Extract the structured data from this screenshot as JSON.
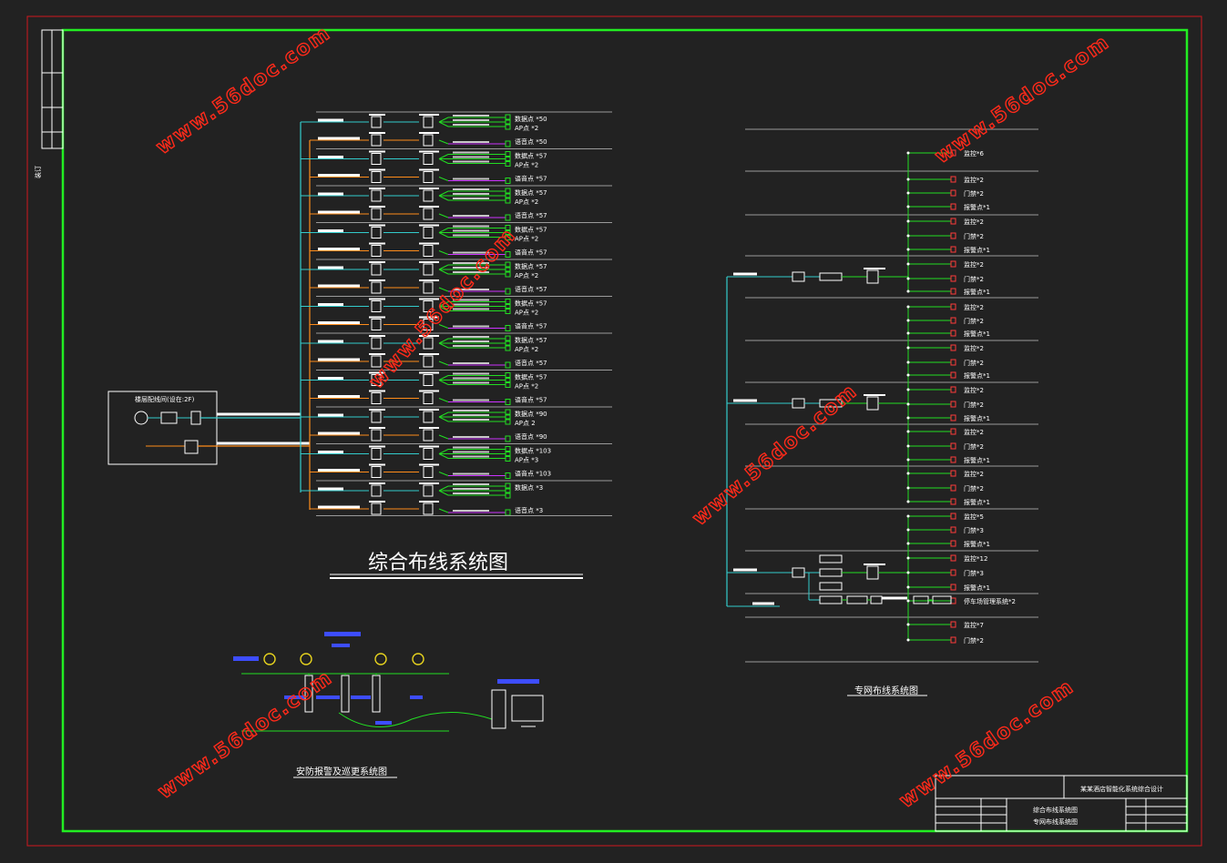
{
  "titles": {
    "main": "综合布线系统图",
    "security": "安防报警及巡更系统图",
    "private_net": "专网布线系统图"
  },
  "watermark": "www.56doc.com",
  "border_side_label": "装订",
  "colors": {
    "background": "#222222",
    "outer_border": "#d0181e",
    "inner_border": "#22ee22",
    "cyan_line": "#33cccc",
    "orange_line": "#ff8c1a",
    "green_line": "#22dd22",
    "magenta_line": "#cc33ff",
    "rule_line": "#9a9a9a",
    "watermark": "#ff2a1a",
    "blue_label": "#3d4dff"
  },
  "cabling": {
    "source_box_label": "楼层配线间(设在:2F)",
    "rows": [
      {
        "line1": "数据点 *50",
        "line2": "AP点 *2",
        "line3": "语音点 *50"
      },
      {
        "line1": "数据点 *57",
        "line2": "AP点 *2",
        "line3": "语音点 *57"
      },
      {
        "line1": "数据点 *57",
        "line2": "AP点 *2",
        "line3": "语音点 *57"
      },
      {
        "line1": "数据点 *57",
        "line2": "AP点 *2",
        "line3": "语音点 *57"
      },
      {
        "line1": "数据点 *57",
        "line2": "AP点 *2",
        "line3": "语音点 *57"
      },
      {
        "line1": "数据点 *57",
        "line2": "AP点 *2",
        "line3": "语音点 *57"
      },
      {
        "line1": "数据点 *57",
        "line2": "AP点 *2",
        "line3": "语音点 *57"
      },
      {
        "line1": "数据点 *57",
        "line2": "AP点 *2",
        "line3": "语音点 *57"
      },
      {
        "line1": "数据点 *90",
        "line2": "AP点 2",
        "line3": "语音点 *90"
      },
      {
        "line1": "数据点 *103",
        "line2": "AP点 *3",
        "line3": "语音点 *103"
      },
      {
        "line1": "数据点 *3",
        "line2": "",
        "line3": "语音点 *3"
      }
    ]
  },
  "private_net": {
    "groups": [
      {
        "items": [
          "监控*6",
          "监控*2",
          "门禁*2",
          "报警点*1",
          "监控*2",
          "门禁*2",
          "报警点*1",
          "监控*2",
          "门禁*2",
          "报警点*1"
        ]
      },
      {
        "items": [
          "监控*2",
          "门禁*2",
          "报警点*1",
          "监控*2",
          "门禁*2",
          "报警点*1",
          "监控*2",
          "门禁*2",
          "报警点*1",
          "监控*2",
          "门禁*2",
          "报警点*1",
          "监控*2",
          "门禁*2",
          "报警点*1"
        ]
      },
      {
        "items": [
          "监控*5",
          "门禁*3",
          "报警点*1",
          "监控*12",
          "门禁*3",
          "报警点*1",
          "停车场管理系统*2",
          "监控*7",
          "门禁*2"
        ]
      }
    ]
  },
  "title_block": {
    "project": "某某酒店智能化系统综合设计",
    "drawing_name_1": "综合布线系统图",
    "drawing_name_2": "专网布线系统图"
  }
}
